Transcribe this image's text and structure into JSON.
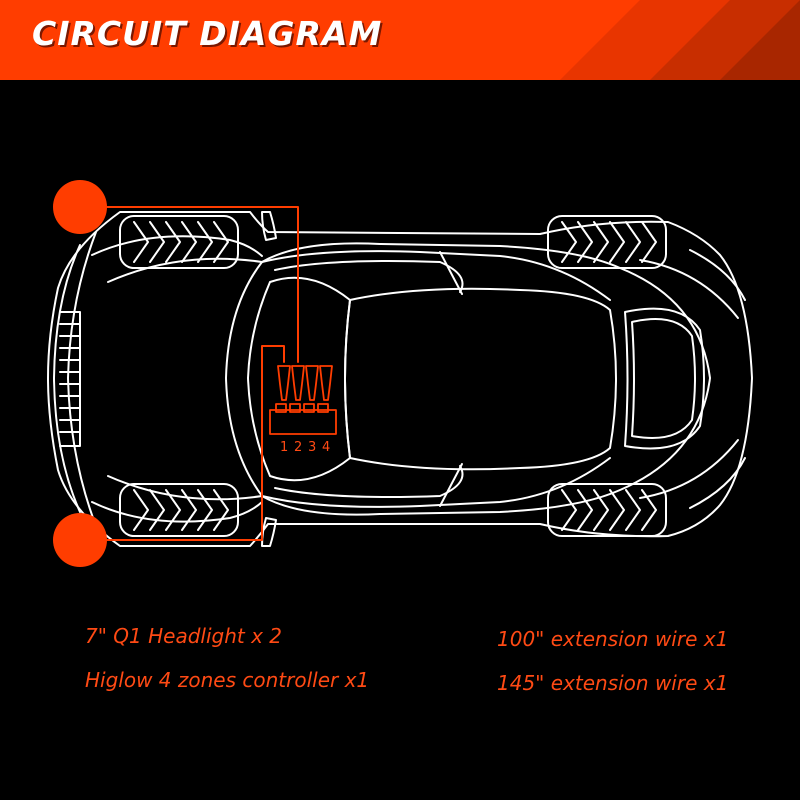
{
  "header": {
    "title": "CIRCUIT DIAGRAM"
  },
  "controller": {
    "zones": [
      "1",
      "2",
      "3",
      "4"
    ]
  },
  "legend": {
    "items": [
      "7\" Q1 Headlight x 2",
      "Higlow 4 zones controller x1",
      "100\" extension wire x1",
      "145\" extension wire x1"
    ]
  },
  "colors": {
    "accent": "#ff3d00",
    "banner_dark": "#b82a00",
    "background": "#000000",
    "line": "#ffffff"
  }
}
